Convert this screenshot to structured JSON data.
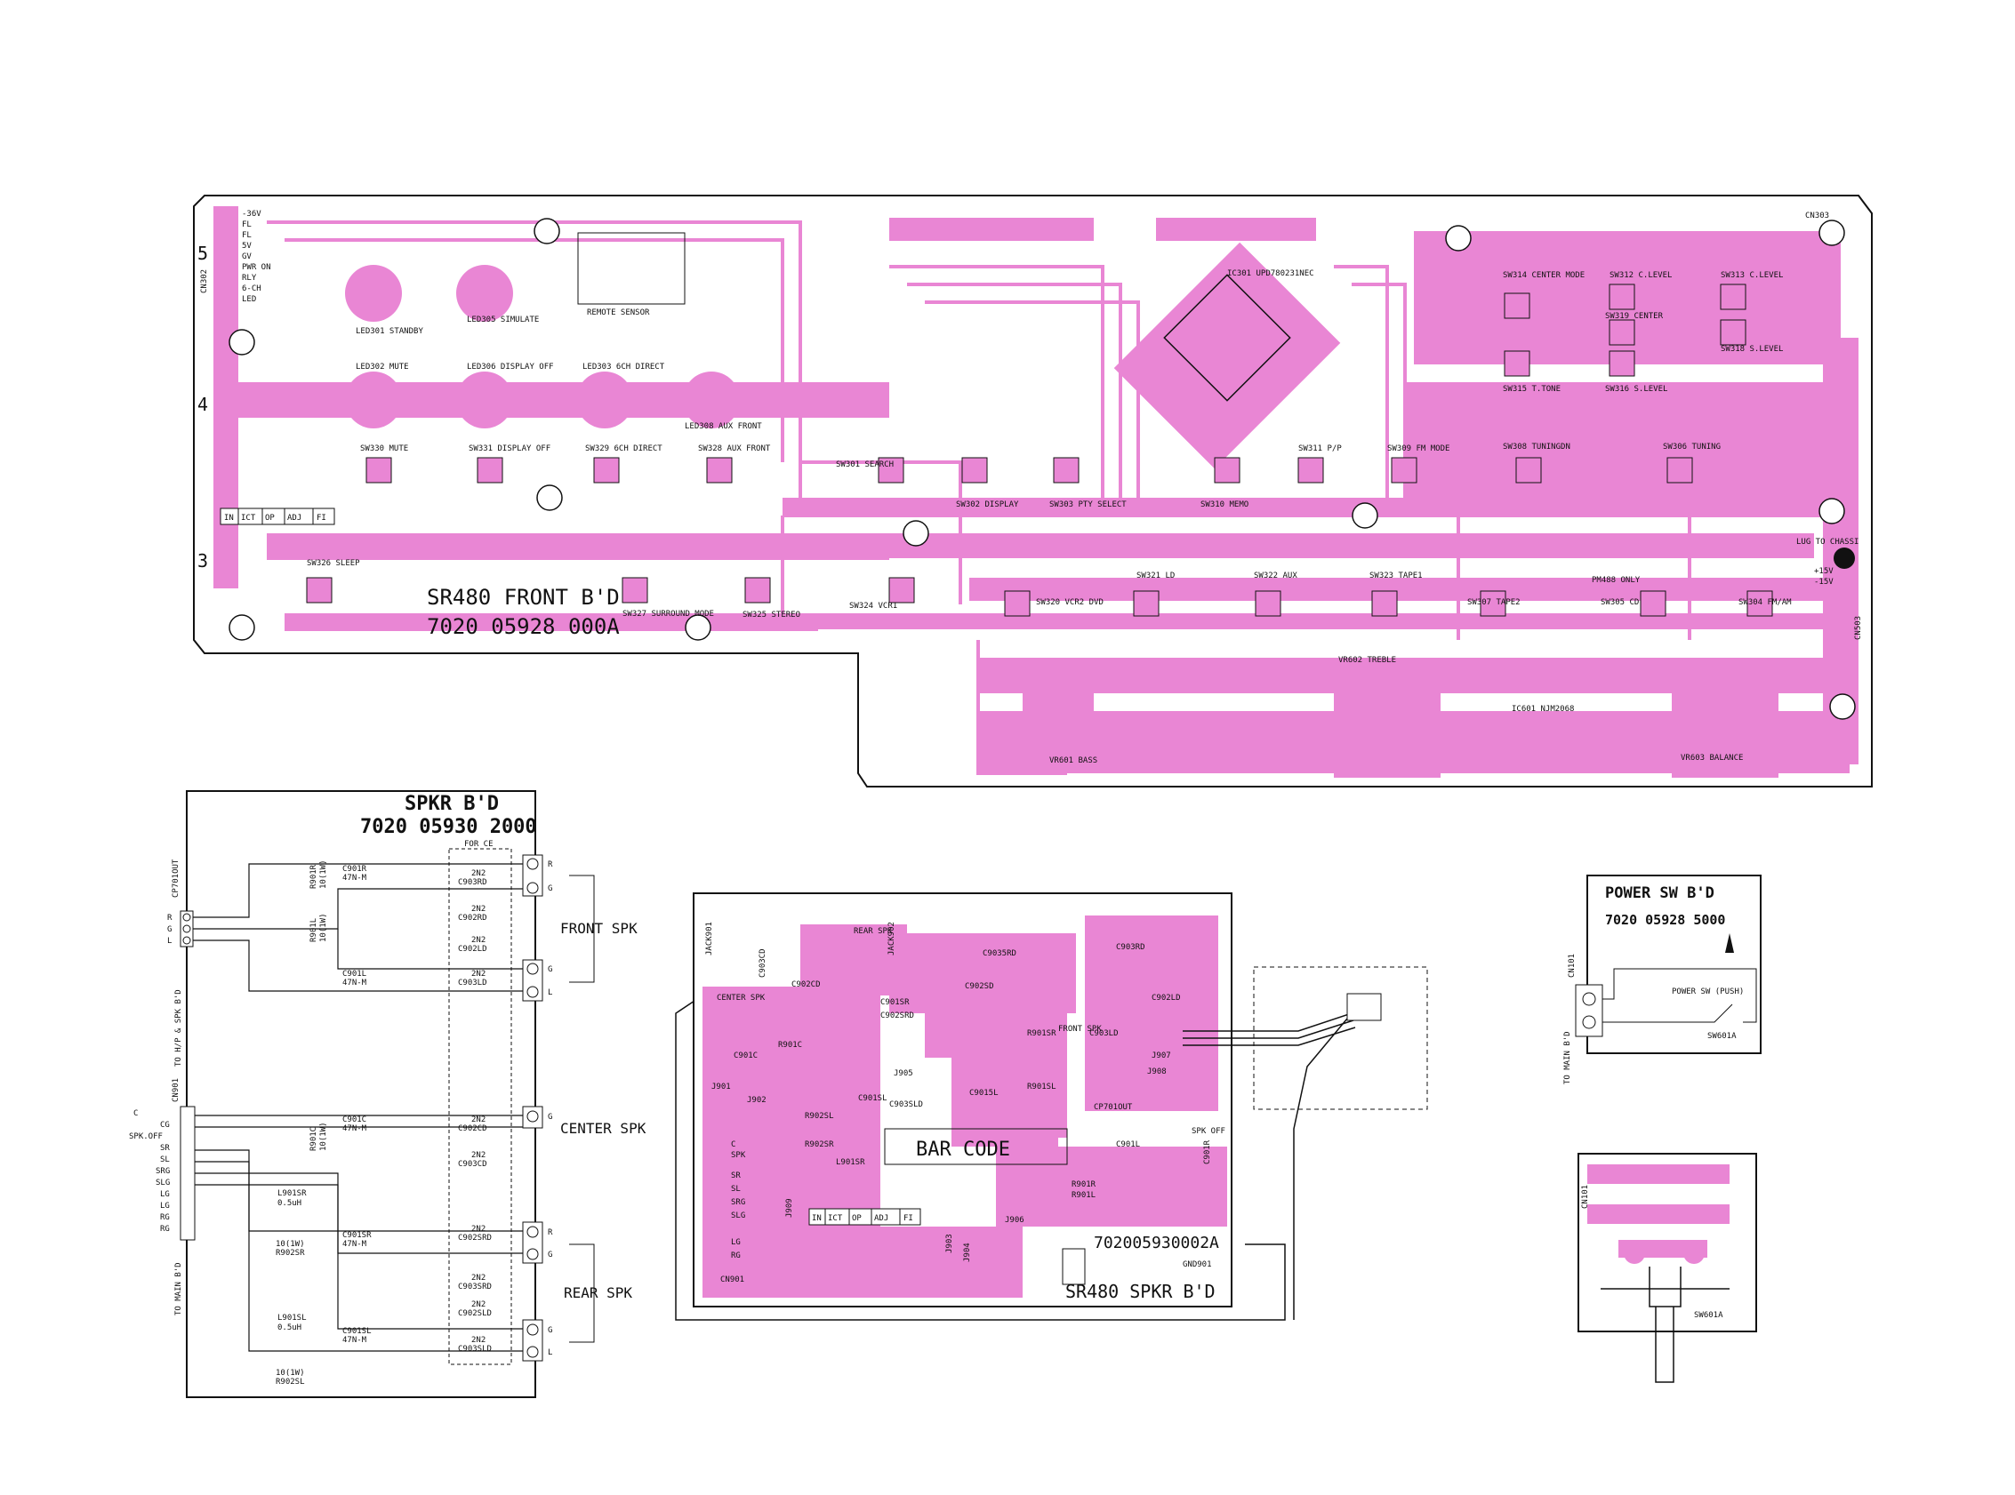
{
  "colors": {
    "copper": "#e986d4",
    "ink": "#111111",
    "background": "#ffffff"
  },
  "front_board": {
    "name": "SR480 FRONT B'D",
    "part_number": "7020 05928 000A",
    "grid_numbers": [
      "5",
      "4",
      "3"
    ],
    "inspection_boxes": [
      "IN",
      "ICT",
      "OP",
      "ADJ",
      "FI"
    ],
    "connector_pins": [
      "-36V",
      "FL",
      "FL",
      "5V",
      "GV",
      "PWR ON",
      "RLY",
      "6-CH",
      "LED"
    ],
    "ic_label": "IC301 UPD780231NEC",
    "ic2_label": "IC601 NJM2068",
    "lug_label": "LUG TO CHASSI",
    "leds": [
      "LED301 STANDBY",
      "LED305 SIMULATE",
      "LED302 MUTE",
      "LED306 DISPLAY OFF",
      "LED303 6CH DIRECT",
      "LED308 AUX FRONT"
    ],
    "remote": "REMOTE SENSOR",
    "switches_row1": [
      "SW330 MUTE",
      "SW331 DISPLAY OFF",
      "SW329 6CH DIRECT",
      "SW328 AUX FRONT",
      "SW301 SEARCH",
      "SW302 DISPLAY",
      "SW303 PTY SELECT",
      "SW310 MEMO",
      "SW311 P/P",
      "SW309 FM MODE",
      "SW308 TUNINGDN",
      "SW306 TUNING"
    ],
    "switches_row2": [
      "SW326 SLEEP",
      "SW327 SURROUND MODE",
      "SW325 STEREO",
      "SW324 VCR1",
      "SW320 VCR2 DVD",
      "SW321 LD",
      "SW322 AUX",
      "SW323 TAPE1",
      "SW307 TAPE2",
      "SW305 CD",
      "SW304 FM/AM"
    ],
    "switches_right": [
      "SW314 CENTER MODE",
      "SW312 C.LEVEL",
      "SW315 T.TONE",
      "SW319 CENTER",
      "SW316 S.LEVEL",
      "SW313 C.LEVEL",
      "SW318 S.LEVEL"
    ],
    "vr_labels": [
      "VR601 BASS",
      "VR602 TREBLE",
      "VR603 BALANCE"
    ],
    "pm_note": "PM488 ONLY",
    "cn_labels": [
      "CN302",
      "CN303",
      "CN503"
    ],
    "power_labels": [
      "+15V",
      "-15V"
    ]
  },
  "spkr_schematic": {
    "title": "SPKR B'D",
    "part_number": "7020 05930 2000",
    "for_ce": "FOR CE",
    "cp_label": "CP701OUT",
    "cp_pins": [
      "R",
      "G",
      "L"
    ],
    "cn_label": "CN901",
    "cn_pins": [
      "C",
      "CG",
      "SPK.OFF",
      "SR",
      "SL",
      "SRG",
      "SLG",
      "LG",
      "LG",
      "RG",
      "RG"
    ],
    "side_note_top": "TO H/P & SPK B'D",
    "side_note_bottom": "TO MAIN B'D",
    "groups": [
      "FRONT SPK",
      "CENTER SPK",
      "REAR SPK"
    ],
    "terminal_pins": [
      "R",
      "G",
      "G",
      "L",
      "G",
      "R",
      "G",
      "G",
      "L"
    ],
    "components": [
      "C901R",
      "47N-M",
      "R901R",
      "10(1W)",
      "C901L",
      "47N-M",
      "R901L",
      "10(1W)",
      "C901C",
      "47N-M",
      "R901C",
      "10(1W)",
      "L901SR",
      "0.5uH",
      "R902SR",
      "10(1W)",
      "C901SR",
      "47N-M",
      "L901SL",
      "0.5uH",
      "R902SL",
      "10(1W)",
      "C901SL",
      "47N-M"
    ],
    "ce_parts": [
      "2N2",
      "C903RD",
      "2N2",
      "C902RD",
      "2N2",
      "C902LD",
      "2N2",
      "C903LD",
      "2N2",
      "C902CD",
      "2N2",
      "C903CD",
      "2N2",
      "C902SRD",
      "2N2",
      "C903SRD",
      "2N2",
      "C902SLD",
      "2N2",
      "C903SLD"
    ]
  },
  "spkr_board": {
    "name": "SR480 SPKR B'D",
    "part_number": "702005930002A",
    "bar_code": "BAR CODE",
    "inspection_boxes": [
      "IN",
      "ICT",
      "OP",
      "ADJ",
      "FI"
    ],
    "labels": [
      "CENTER SPK",
      "REAR SPK",
      "FRONT SPK",
      "JACK901",
      "JACK902",
      "CN901",
      "GND901",
      "C902CD",
      "C901C",
      "R901C",
      "J901",
      "J902",
      "C903CD",
      "C902SD",
      "C9035RD",
      "C901SR",
      "C902SRD",
      "R901SR",
      "J905",
      "C901SL",
      "C9015L",
      "R901SL",
      "C903SLD",
      "R902SL",
      "R902SR",
      "L901SR",
      "CP701OUT",
      "C903RD",
      "C902LD",
      "C903LD",
      "J907",
      "J908",
      "R901R",
      "R901L",
      "J906",
      "SPK OFF",
      "C901R",
      "C901L",
      "J909",
      "J903",
      "J904",
      "C",
      "SPK",
      "SR",
      "SL",
      "SRG",
      "SLG",
      "LG",
      "RG"
    ]
  },
  "power_sw_board": {
    "title": "POWER SW B'D",
    "part_number": "7020 05928 5000",
    "cn_label": "CN101",
    "switch_label": "POWER SW (PUSH)",
    "switch_ref": "SW601A",
    "side_note": "TO MAIN B'D",
    "bottom_ref": "SW601A",
    "bottom_cn": "CN101"
  }
}
